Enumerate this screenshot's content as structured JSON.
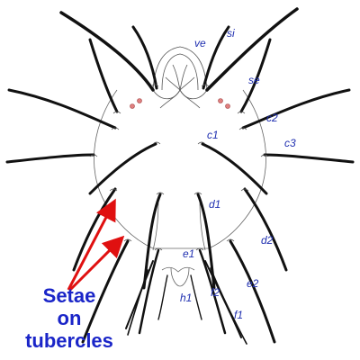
{
  "diagram": {
    "seta_labels": {
      "ve": "ve",
      "si": "si",
      "se": "se",
      "c1": "c1",
      "c2": "c2",
      "c3": "c3",
      "d1": "d1",
      "d2": "d2",
      "e1": "e1",
      "e2": "e2",
      "f1": "f1",
      "f2": "f2",
      "h1": "h1"
    },
    "annotation": {
      "line1": "Setae",
      "line2": "on",
      "line3": "tubercles"
    },
    "colors": {
      "label": "#1f2fb0",
      "annotation": "#1a25c8",
      "arrow": "#e01010",
      "outline": "#555555",
      "setae": "#111111",
      "eyes": "#d06060"
    }
  }
}
